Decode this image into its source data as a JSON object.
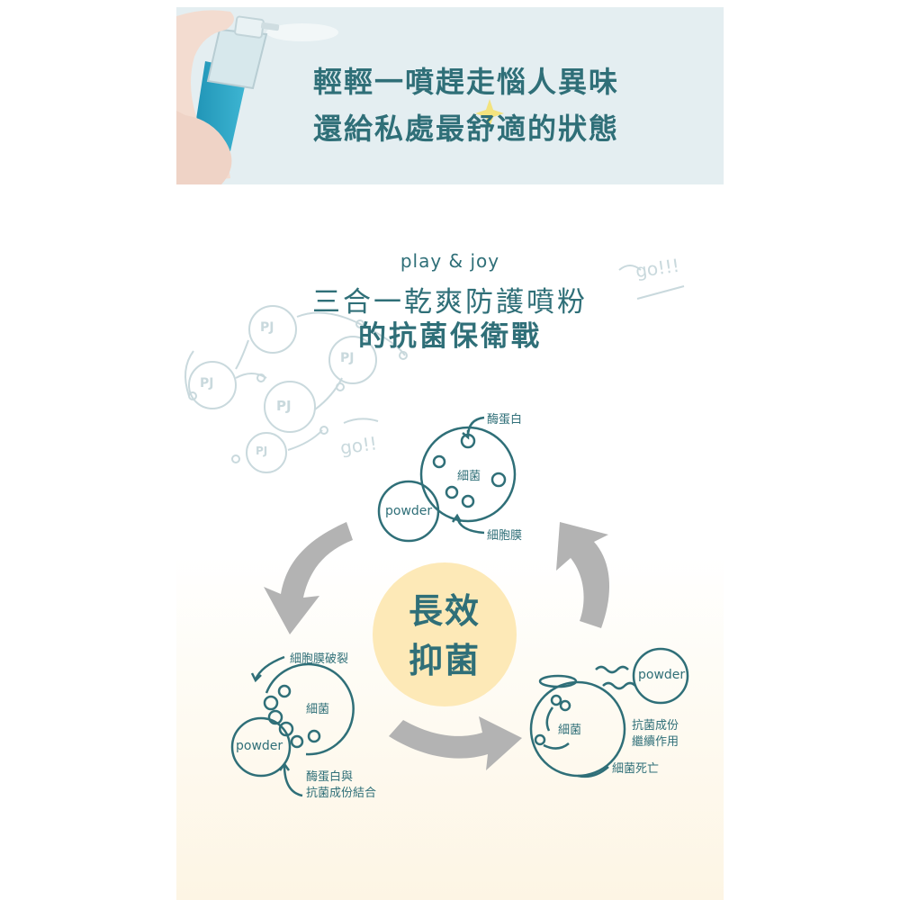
{
  "banner": {
    "line1": "輕輕一噴趕走惱人異味",
    "line2": "還給私處最舒適的狀態"
  },
  "header": {
    "subtitle": "play & joy",
    "title_line1": "三合一乾爽防護噴粉",
    "title_line2": "的抗菌保衛戰"
  },
  "doodles": {
    "pj": "PJ",
    "go_top": "go!!!",
    "go_bottom": "go!!"
  },
  "center": {
    "line1": "長效",
    "line2": "抑菌"
  },
  "stage1": {
    "enzyme_label": "酶蛋白",
    "bacteria_label": "細菌",
    "powder_label": "powder",
    "membrane_label": "細胞膜"
  },
  "stage2": {
    "rupture_label": "細胞膜破裂",
    "bacteria_label": "細菌",
    "powder_label": "powder",
    "bind_label_line1": "酶蛋白與",
    "bind_label_line2": "抗菌成份結合"
  },
  "stage3": {
    "powder_label": "powder",
    "bacteria_label": "細菌",
    "continue_label_line1": "抗菌成份",
    "continue_label_line2": "繼續作用",
    "death_label": "細菌死亡"
  },
  "colors": {
    "teal": "#2f6f78",
    "banner_bg": "#e4eef1",
    "center_fill": "#fde9b7",
    "arrow_gray": "#b3b3b3",
    "doodle": "#c9d9dd"
  }
}
